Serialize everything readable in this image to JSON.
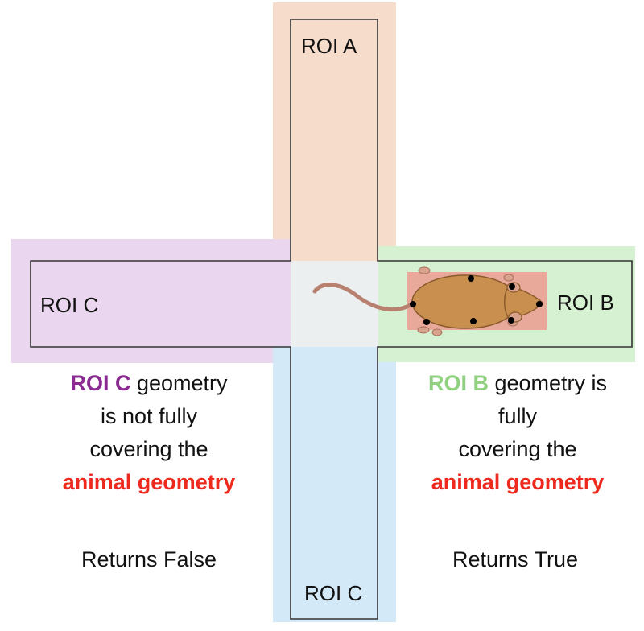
{
  "diagram": {
    "roi_labels": {
      "top": "ROI A",
      "right": "ROI B",
      "left": "ROI C",
      "bottom": "ROI C"
    },
    "left_caption": {
      "roi_name": "ROI C",
      "line1_rest": " geometry",
      "line2": "is not fully",
      "line3": "covering the",
      "animal": "animal geometry",
      "result": "Returns False"
    },
    "right_caption": {
      "roi_name": "ROI B",
      "line1_rest": " geometry is",
      "line2": "fully",
      "line3": "covering the",
      "animal": "animal geometry",
      "result": "Returns True"
    },
    "colors": {
      "roi_a": "#f5dccb",
      "roi_b": "#d6f1d2",
      "roi_c_left": "#ead6ee",
      "roi_c_bottom": "#d4e9f7",
      "center": "#eceff0",
      "arm_outline": "#333333",
      "animal_box": "#e8a89a",
      "mouse_body": "#c98f4f",
      "roi_c_text": "#8b2a91",
      "roi_b_text": "#8fd17f",
      "animal_text": "#ee2a1f"
    }
  }
}
